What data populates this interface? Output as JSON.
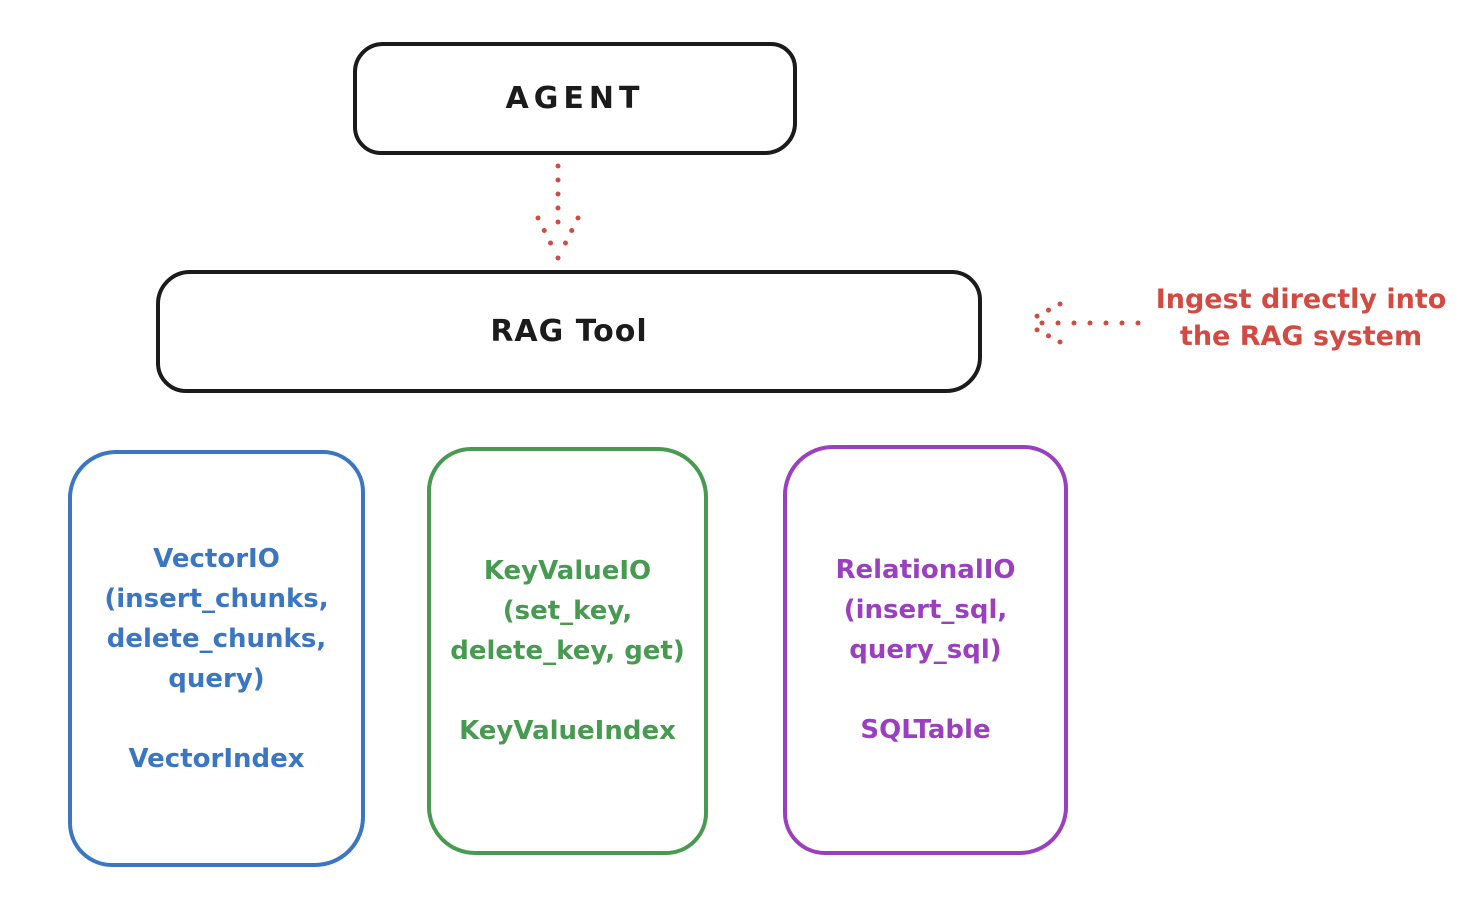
{
  "diagram": {
    "agent_box": {
      "label": "AGENT"
    },
    "rag_box": {
      "label": "RAG Tool"
    },
    "annotation": {
      "line1": "Ingest directly into",
      "line2": "the RAG system"
    },
    "storage_boxes": [
      {
        "id": "vector-io",
        "color": "#3a76c2",
        "lines": [
          "VectorIO",
          "(insert_chunks,",
          "delete_chunks,",
          "query)"
        ],
        "index_label": "VectorIndex"
      },
      {
        "id": "keyvalue-io",
        "color": "#479a50",
        "lines": [
          "KeyValueIO",
          "(set_key,",
          "delete_key, get)"
        ],
        "index_label": "KeyValueIndex"
      },
      {
        "id": "relational-io",
        "color": "#9a3fbf",
        "lines": [
          "RelationalIO",
          "(insert_sql,",
          "query_sql)"
        ],
        "index_label": "SQLTable"
      }
    ],
    "colors": {
      "stroke_black": "#1b1b1b",
      "annotation_red": "#d34a42",
      "vector_blue": "#3a76c2",
      "keyvalue_green": "#479a50",
      "relational_purple": "#9a3fbf"
    }
  }
}
